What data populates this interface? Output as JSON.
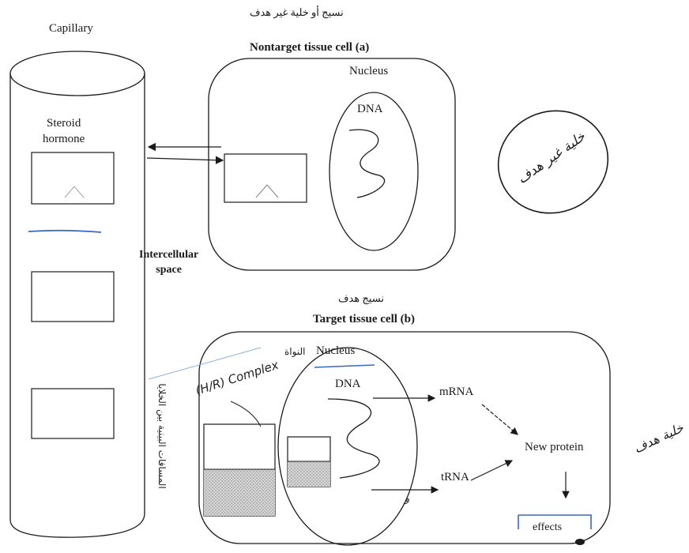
{
  "capillary": {
    "label": "Capillary",
    "hormone_label": "Steroid\nhormone"
  },
  "intercellular": {
    "label": "Intercellular\nspace"
  },
  "nontarget": {
    "title_ar": "نسيج أو خلية غير هدف",
    "title": "Nontarget tissue cell (a)",
    "nucleus_label": "Nucleus",
    "dna_label": "DNA"
  },
  "target": {
    "title_ar": "نسيج هدف",
    "title": "Target tissue cell (b)",
    "nucleus_label": "Nucleus",
    "nucleus_ar": "النواة",
    "dna_label": "DNA",
    "mrna_label": "mRNA",
    "trna_label": "tRNA",
    "new_protein_label": "New protein",
    "effects_label": "effects"
  },
  "handwriting": {
    "complex": "(H/R) Complex",
    "nontarget_cell_ar": "خلية غير هدف",
    "target_cell_ar": "خلية هدف",
    "intercellular_ar": "المسافات البينية بين الخلايا",
    "waw": "و"
  }
}
